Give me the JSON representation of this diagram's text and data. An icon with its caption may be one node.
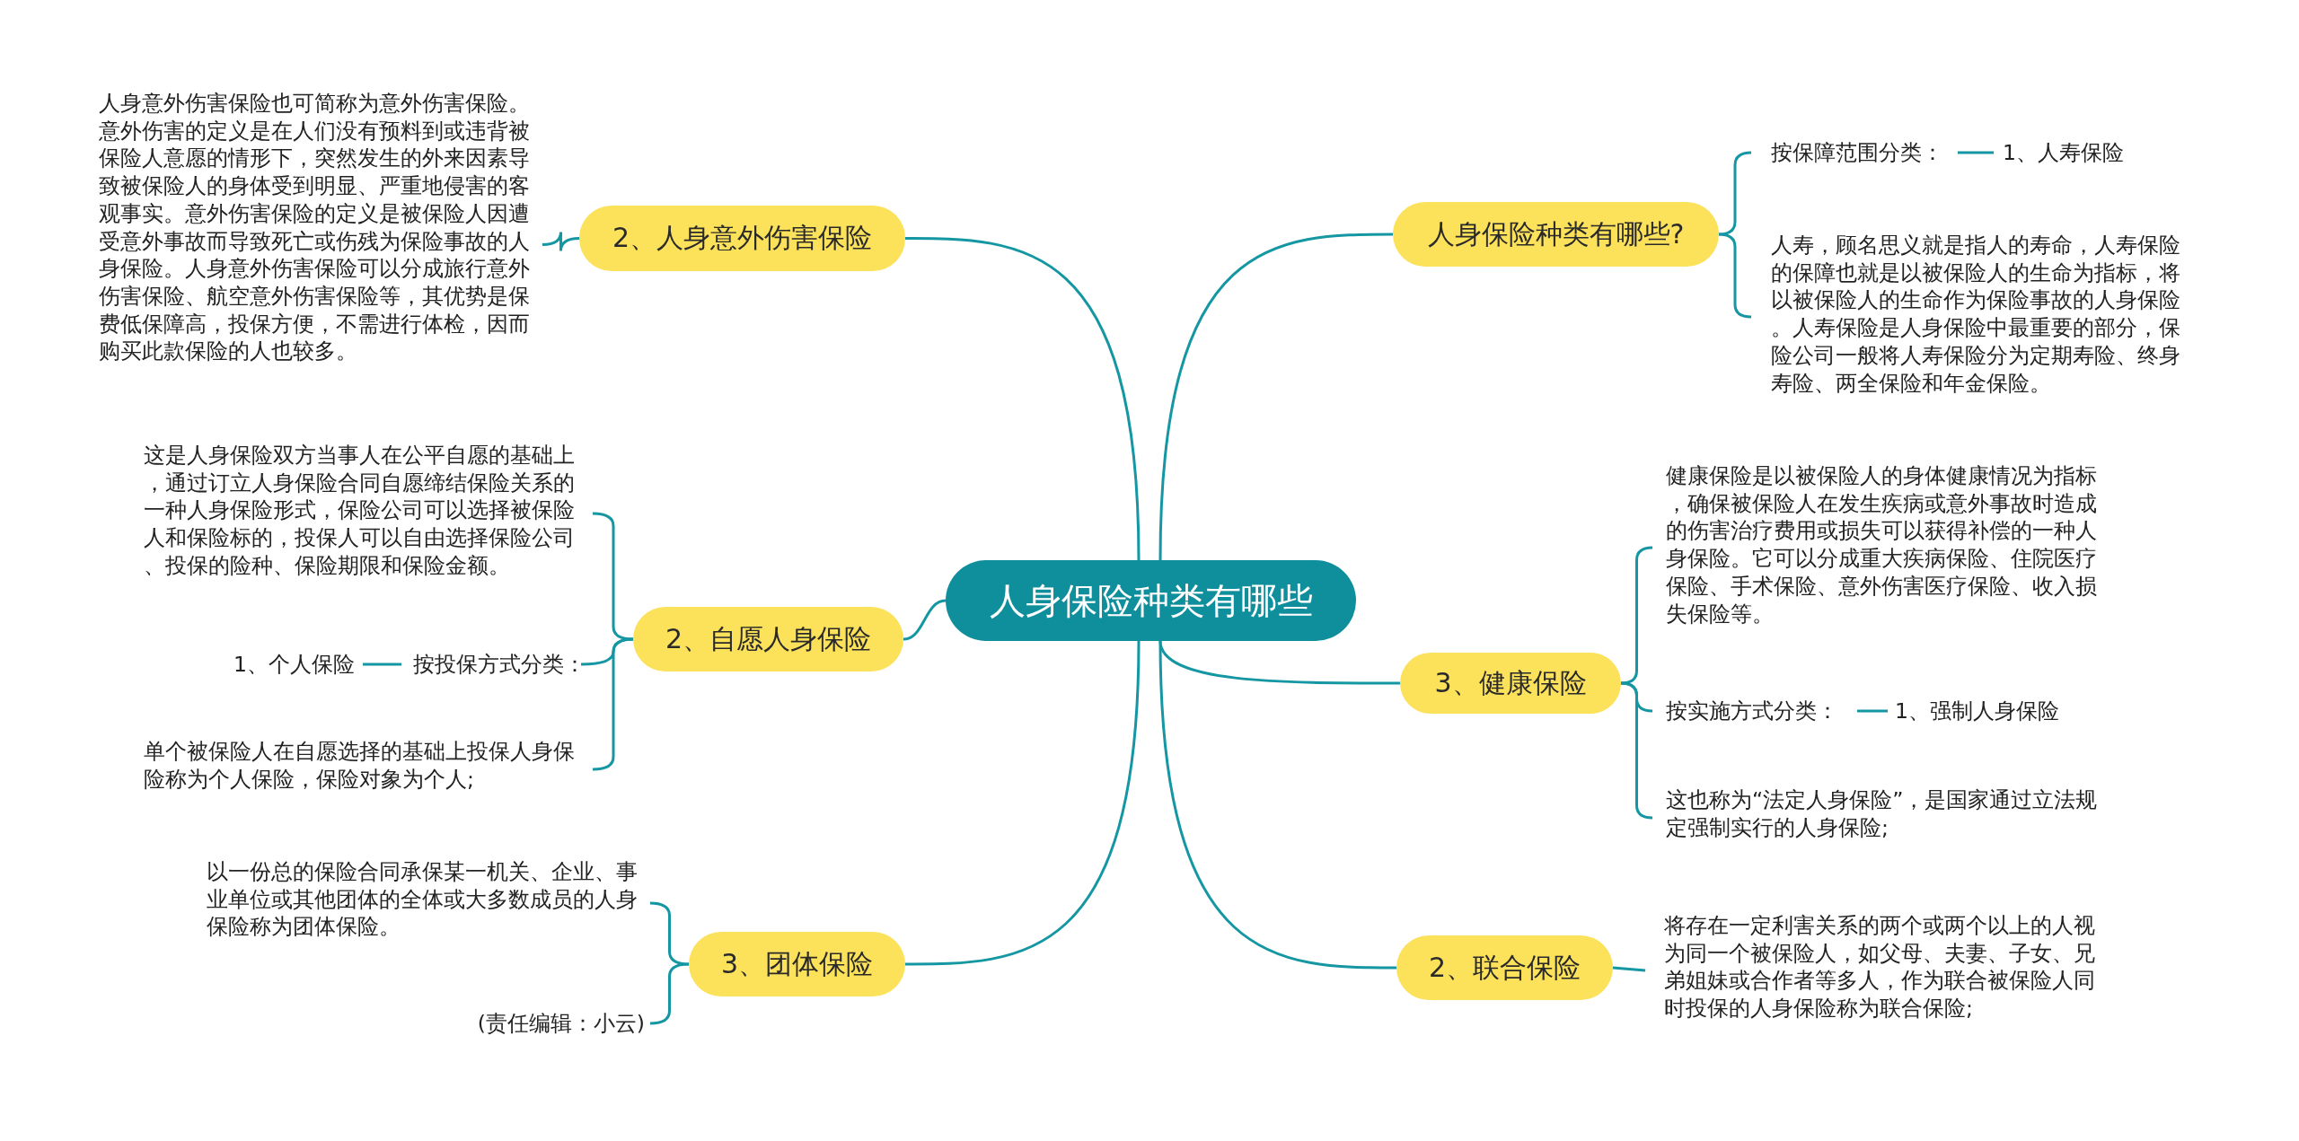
{
  "diagram": {
    "nodes": [
      {
        "text": [
          "人身保险种类有哪些"
        ]
      },
      {
        "text": [
          "人身保险种类有哪些?"
        ]
      },
      {
        "text": [
          "按保障范围分类："
        ]
      },
      {
        "text": [
          "1、人寿保险"
        ]
      },
      {
        "text": [
          "人寿，顾名思义就是指人的寿命，人寿保险的保障也就是以被保险人的生命为指标，将以被保险人的生命作为保险事故的人身保险。人寿保险是人身保险中最重要的部分，保险公司一般将人寿保险分为定期寿险、终身寿险、两全保险和年金保险。"
        ]
      },
      {
        "text": [
          "3、健康保险"
        ]
      },
      {
        "text": [
          "健康保险是以被保险人的身体健康情况为指标，确保被保险人在发生疾病或意外事故时造成的伤害治疗费用或损失可以获得补偿的一种人身保险。它可以分成重大疾病保险、住院医疗保险、手术保险、意外伤害医疗保险、收入损失保险等。"
        ]
      },
      {
        "text": [
          "按实施方式分类："
        ]
      },
      {
        "text": [
          "1、强制人身保险"
        ]
      },
      {
        "text": [
          "这也称为“法定人身保险”，是国家通过立法规定强制实行的人身保险;"
        ]
      },
      {
        "text": [
          "2、联合保险"
        ]
      },
      {
        "text": [
          "将存在一定利害关系的两个或两个以上的人视为同一个被保险人，如父母、夫妻、子女、兄弟姐妹或合作者等多人，作为联合被保险人同时投保的人身保险称为联合保险;"
        ]
      },
      {
        "text": [
          "2、人身意外伤害保险"
        ]
      },
      {
        "text": [
          "人身意外伤害保险也可简称为意外伤害保险。意外伤害的定义是在人们没有预料到或违背被保险人意愿的情形下，突然发生的外来因素导致被保险人的身体受到明显、严重地侵害的客观事实。意外伤害保险的定义是被保险人因遭受意外事故而导致死亡或伤残为保险事故的人身保险。人身意外伤害保险可以分成旅行意外伤害保险、航空意外伤害保险等，其优势是保费低保障高，投保方便，不需进行体检，因而购买此款保险的人也较多。"
        ]
      },
      {
        "text": [
          "2、自愿人身保险"
        ]
      },
      {
        "text": [
          "这是人身保险双方当事人在公平自愿的基础上，通过订立人身保险合同自愿缔结保险关系的一种人身保险形式，保险公司可以选择被保险人和保险标的，投保人可以自由选择保险公司、投保的险种、保险期限和保险金额。"
        ]
      },
      {
        "text": [
          "按投保方式分类："
        ]
      },
      {
        "text": [
          "1、个人保险"
        ]
      },
      {
        "text": [
          "单个被保险人在自愿选择的基础上投保人身保险称为个人保险，保险对象为个人;"
        ]
      },
      {
        "text": [
          "3、团体保险"
        ]
      },
      {
        "text": [
          "以一份总的保险合同承保某一机关、企业、事业单位或其他团体的全体或大多数成员的人身保险称为团体保险。"
        ]
      },
      {
        "text": [
          "(责任编辑：小云)"
        ]
      }
    ],
    "edges": [
      {
        "from": 0,
        "to": 1,
        "arrow": "none"
      },
      {
        "from": 1,
        "to": 2,
        "arrow": "none"
      },
      {
        "from": 2,
        "to": 3,
        "arrow": "none"
      },
      {
        "from": 1,
        "to": 4,
        "arrow": "none"
      },
      {
        "from": 0,
        "to": 5,
        "arrow": "none"
      },
      {
        "from": 5,
        "to": 6,
        "arrow": "none"
      },
      {
        "from": 5,
        "to": 7,
        "arrow": "none"
      },
      {
        "from": 7,
        "to": 8,
        "arrow": "none"
      },
      {
        "from": 5,
        "to": 9,
        "arrow": "none"
      },
      {
        "from": 0,
        "to": 10,
        "arrow": "none"
      },
      {
        "from": 10,
        "to": 11,
        "arrow": "none"
      },
      {
        "from": 0,
        "to": 12,
        "arrow": "none"
      },
      {
        "from": 12,
        "to": 13,
        "arrow": "none"
      },
      {
        "from": 0,
        "to": 14,
        "arrow": "none"
      },
      {
        "from": 14,
        "to": 15,
        "arrow": "none"
      },
      {
        "from": 14,
        "to": 16,
        "arrow": "none"
      },
      {
        "from": 16,
        "to": 17,
        "arrow": "none"
      },
      {
        "from": 14,
        "to": 18,
        "arrow": "none"
      },
      {
        "from": 0,
        "to": 19,
        "arrow": "none"
      },
      {
        "from": 19,
        "to": 20,
        "arrow": "none"
      },
      {
        "from": 19,
        "to": 21,
        "arrow": "none"
      }
    ]
  }
}
